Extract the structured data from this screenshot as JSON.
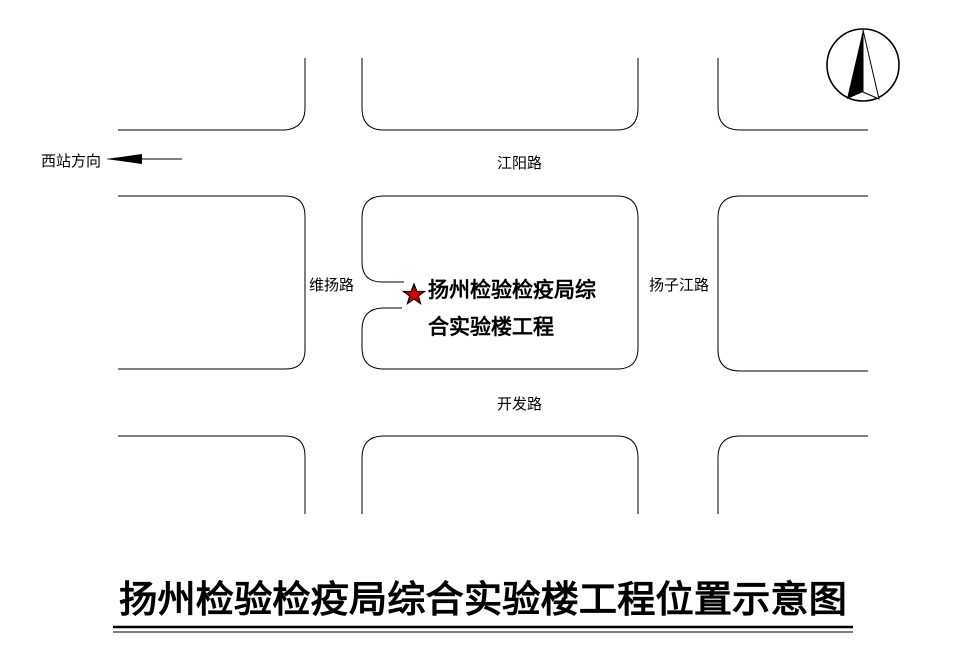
{
  "map": {
    "roads": {
      "jiangyang": "江阳路",
      "weiyang": "维扬路",
      "yangzijiang": "扬子江路",
      "kaifa": "开发路"
    },
    "direction": {
      "label": "西站方向"
    },
    "site": {
      "line1": "扬州检验检疫局综",
      "line2": "合实验楼工程",
      "marker_color": "#cc0000"
    },
    "compass": {
      "icon": "north-arrow-icon"
    }
  },
  "title": "扬州检验检疫局综合实验楼工程位置示意图"
}
